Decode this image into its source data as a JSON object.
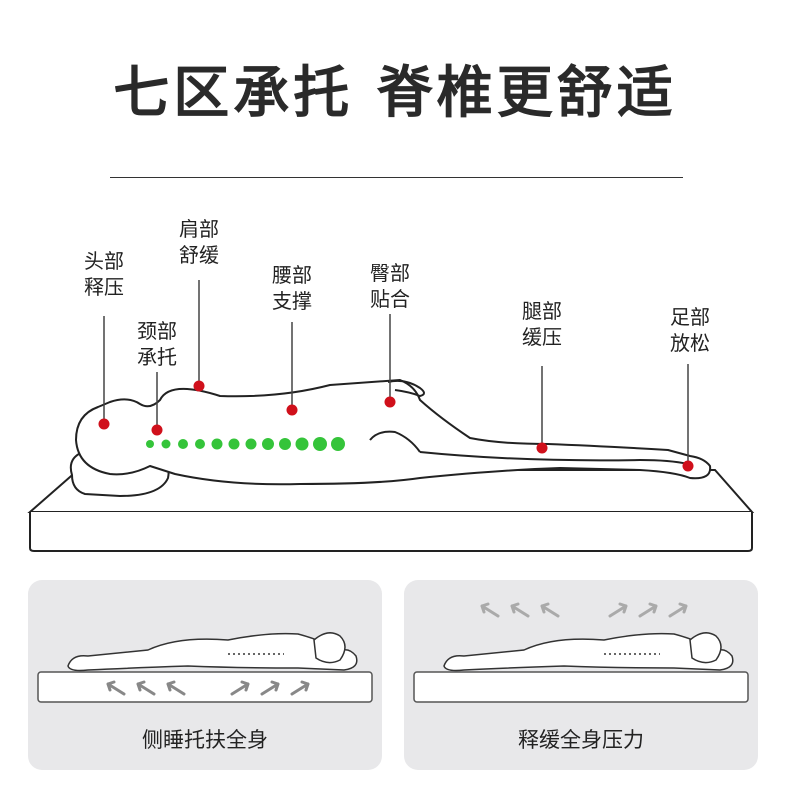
{
  "title": "七区承托 脊椎更舒适",
  "zones": [
    {
      "id": "head",
      "line1": "头部",
      "line2": "释压"
    },
    {
      "id": "neck",
      "line1": "颈部",
      "line2": "承托"
    },
    {
      "id": "shoulder",
      "line1": "肩部",
      "line2": "舒缓"
    },
    {
      "id": "waist",
      "line1": "腰部",
      "line2": "支撑"
    },
    {
      "id": "hip",
      "line1": "臀部",
      "line2": "贴合"
    },
    {
      "id": "leg",
      "line1": "腿部",
      "line2": "缓压"
    },
    {
      "id": "foot",
      "line1": "足部",
      "line2": "放松"
    }
  ],
  "cards": [
    {
      "caption": "侧睡托扶全身"
    },
    {
      "caption": "释缓全身压力"
    }
  ],
  "colors": {
    "point": "#d0101b",
    "spine": "#35c43a",
    "card_bg": "#e8e8ea"
  }
}
